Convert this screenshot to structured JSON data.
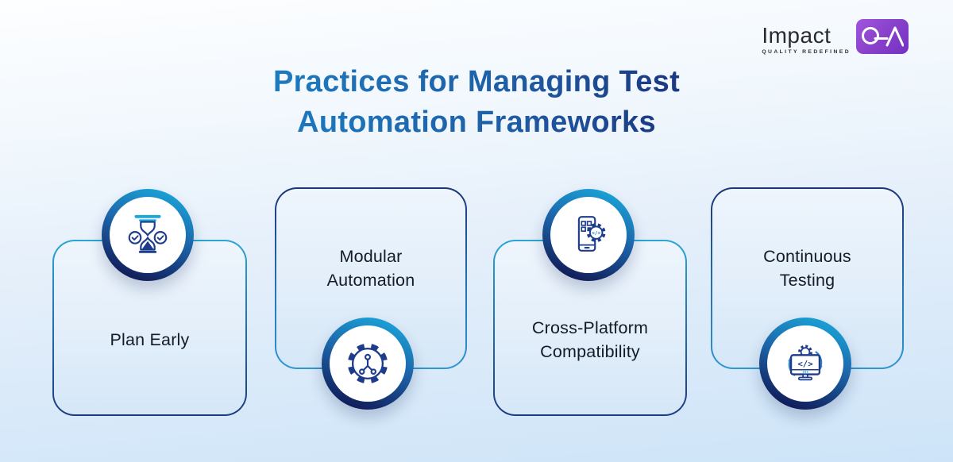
{
  "title": {
    "line1": "Practices for Managing Test",
    "line2": "Automation Frameworks",
    "full": "Practices for Managing Test Automation Frameworks"
  },
  "logo": {
    "brand": "Impact",
    "tagline": "QUALITY REDEFINED",
    "badge_letters": "QA"
  },
  "cards": [
    {
      "label": "Plan Early",
      "lines": [
        "Plan Early"
      ],
      "icon": "hourglass-checks-icon",
      "icon_position": "top"
    },
    {
      "label": "Modular Automation",
      "lines": [
        "Modular",
        "Automation"
      ],
      "icon": "gear-circuit-icon",
      "icon_position": "bottom"
    },
    {
      "label": "Cross-Platform Compatibility",
      "lines": [
        "Cross-Platform",
        "Compatibility"
      ],
      "icon": "phone-gear-code-icon",
      "icon_position": "top"
    },
    {
      "label": "Continuous Testing",
      "lines": [
        "Continuous",
        "Testing"
      ],
      "icon": "monitor-code-sync-icon",
      "icon_position": "bottom"
    }
  ],
  "icons": {
    "code_glyph": "</>"
  },
  "colors": {
    "background_top": "#fdfeff",
    "background_bottom": "#cde4f8",
    "title_gradient_start": "#1d86c8",
    "title_gradient_end": "#1c2f76",
    "card_border_teal": "#2ba6d4",
    "card_border_navy": "#1c3576",
    "card_fill": "#e2eefa",
    "ring_gradient_top": "#1aa9db",
    "ring_gradient_bottom": "#121f5c",
    "icon_navy": "#1e3c8c",
    "icon_cyan": "#18a8da",
    "icon_purple": "#6a3fc6",
    "label_text": "#141b27",
    "badge_purple": "#8b43cc"
  }
}
